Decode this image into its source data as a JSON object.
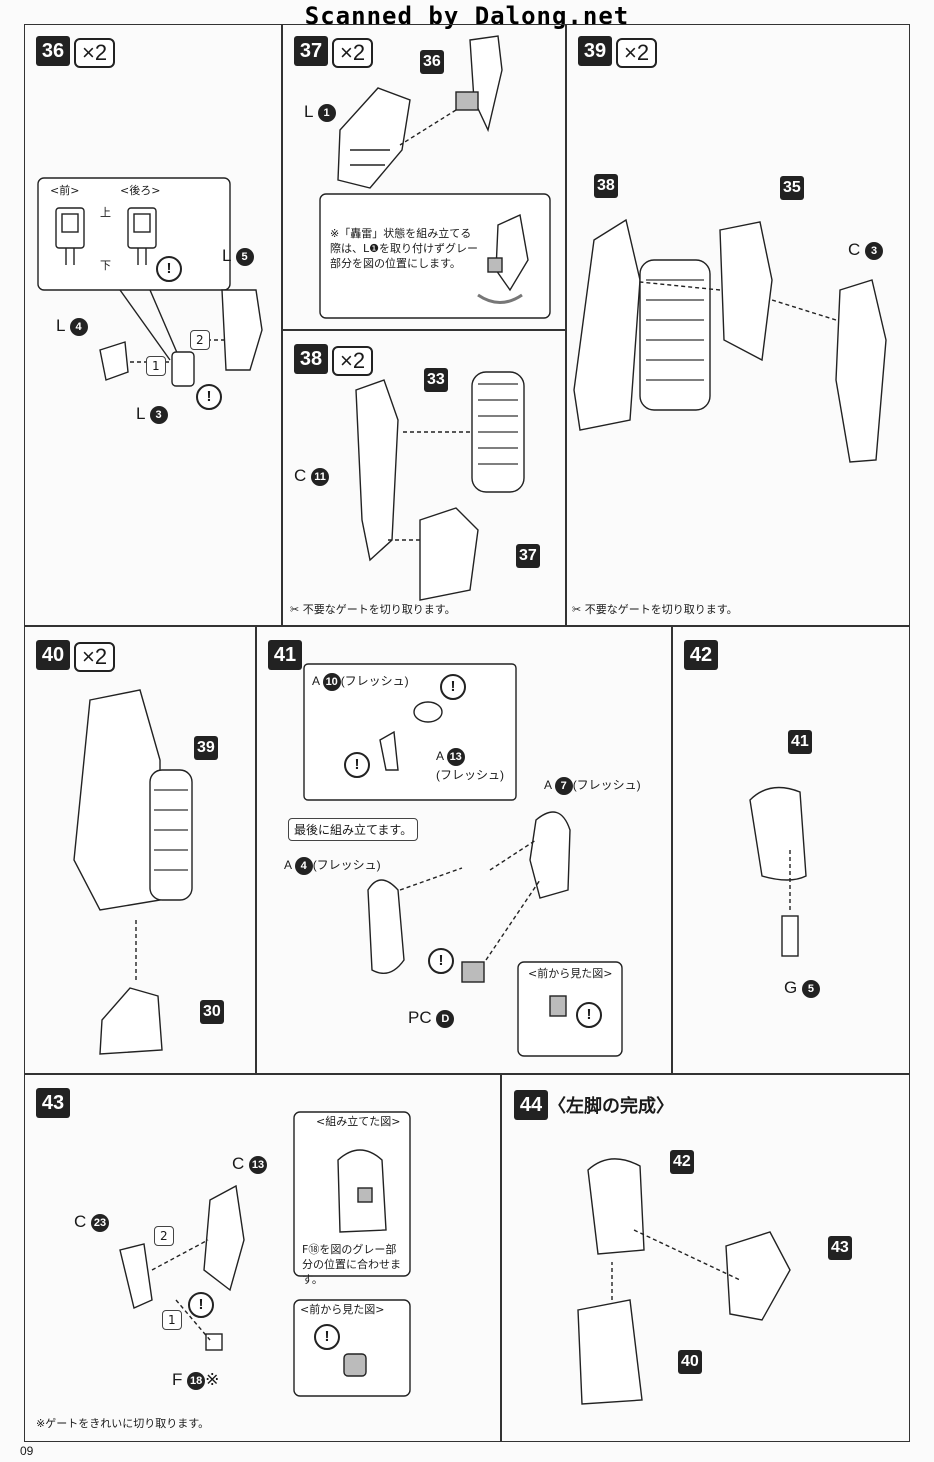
{
  "watermark": "Scanned by Dalong.net",
  "page_number": "09",
  "multiplier": "×2",
  "steps": {
    "s36": {
      "no": "36",
      "front_label": "<前>",
      "back_label": "<後ろ>",
      "top_label": "上",
      "bottom_label": "下",
      "parts": [
        {
          "letter": "L",
          "num": "4"
        },
        {
          "letter": "L",
          "num": "5"
        },
        {
          "letter": "L",
          "num": "3"
        }
      ],
      "order": [
        "1",
        "2"
      ]
    },
    "s37": {
      "no": "37",
      "ref": "36",
      "part": {
        "letter": "L",
        "num": "1"
      },
      "note": "※「轟雷」状態を組み立てる際は、L❶を取り付けずグレー部分を図の位置にします。"
    },
    "s38": {
      "no": "38",
      "ref_a": "33",
      "ref_b": "37",
      "part": {
        "letter": "C",
        "num": "11"
      },
      "gate_note": "不要なゲートを切り取ります。"
    },
    "s39": {
      "no": "39",
      "ref_a": "38",
      "ref_b": "35",
      "part": {
        "letter": "C",
        "num": "3"
      },
      "gate_note": "不要なゲートを切り取ります。"
    },
    "s40": {
      "no": "40",
      "ref_a": "39",
      "ref_b": "30"
    },
    "s41": {
      "no": "41",
      "part_a10": {
        "letter": "A",
        "num": "10",
        "suffix": "(フレッシュ)"
      },
      "part_a13": {
        "letter": "A",
        "num": "13",
        "suffix": "(フレッシュ)"
      },
      "part_a7": {
        "letter": "A",
        "num": "7",
        "suffix": "(フレッシュ)"
      },
      "part_a4": {
        "letter": "A",
        "num": "4",
        "suffix": "(フレッシュ)"
      },
      "part_pc": {
        "letter": "PC",
        "num": "D"
      },
      "last_note": "最後に組み立てます。",
      "front_view": "<前から見た図>"
    },
    "s42": {
      "no": "42",
      "ref": "41",
      "part": {
        "letter": "G",
        "num": "5"
      }
    },
    "s43": {
      "no": "43",
      "part_c13": {
        "letter": "C",
        "num": "13"
      },
      "part_c23": {
        "letter": "C",
        "num": "23"
      },
      "part_f18": {
        "letter": "F",
        "num": "18",
        "suffix": "※"
      },
      "assembled_view": "<組み立てた図>",
      "assembled_note": "F⑱を図のグレー部分の位置に合わせます。",
      "front_view": "<前から見た図>",
      "gate_note": "※ゲートをきれいに切り取ります。",
      "order": [
        "1",
        "2"
      ]
    },
    "s44": {
      "no": "44",
      "title": "〈左脚の完成〉",
      "ref_a": "42",
      "ref_b": "43",
      "ref_c": "40"
    }
  }
}
